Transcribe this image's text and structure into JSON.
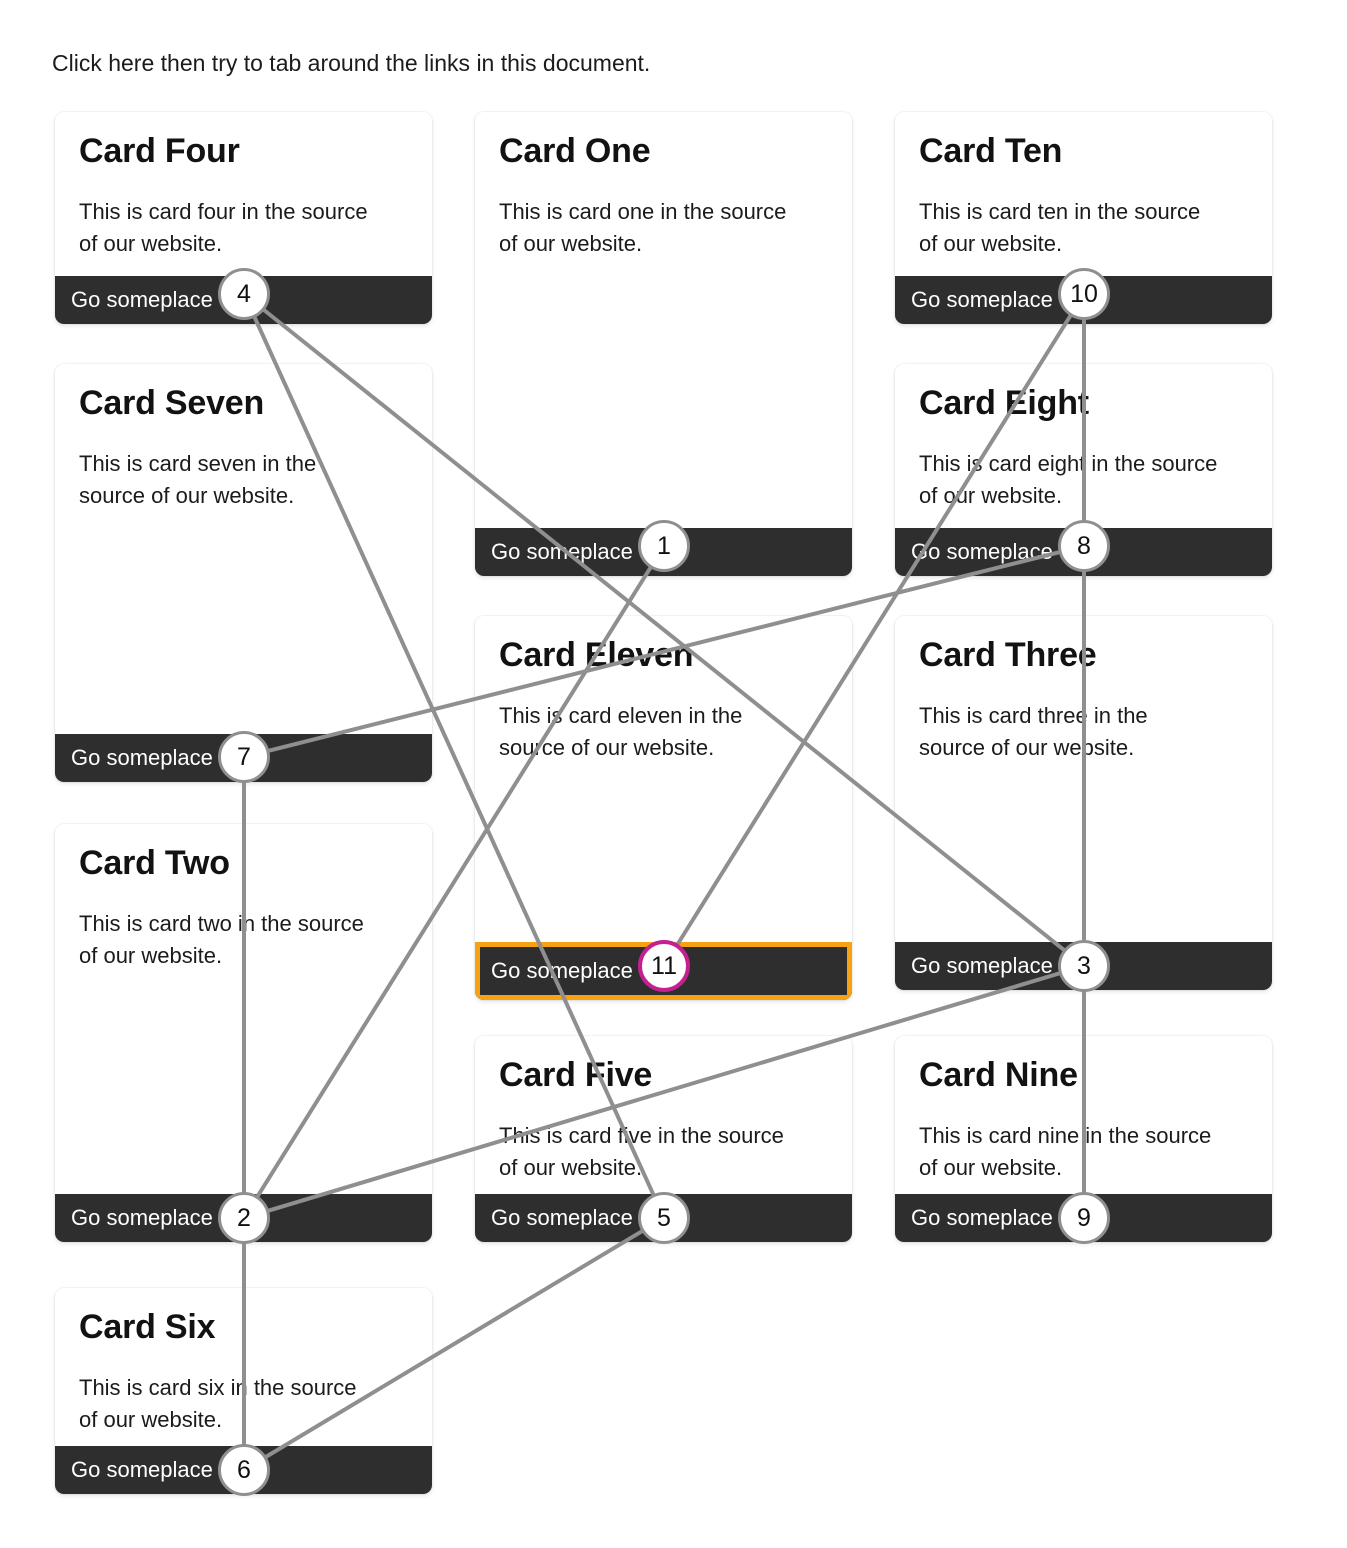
{
  "page": {
    "intro_text": "Click here then try to tab around the links in this document.",
    "link_label": "Go someplace",
    "focus_ring_color": "#f5a311",
    "current_badge_color": "#c42090",
    "badge_color": "#8f8f8f",
    "footer_color": "#2e2e2e"
  },
  "cards": [
    {
      "id": "card-four",
      "title": "Card Four",
      "text": "This is card four in the source of our website.",
      "link_label": "Go someplace",
      "tab_index": "4",
      "focused": false
    },
    {
      "id": "card-seven",
      "title": "Card Seven",
      "text": "This is card seven in the source of our website.",
      "link_label": "Go someplace",
      "tab_index": "7",
      "focused": false
    },
    {
      "id": "card-two",
      "title": "Card Two",
      "text": "This is card two in the source of our website.",
      "link_label": "Go someplace",
      "tab_index": "2",
      "focused": false
    },
    {
      "id": "card-six",
      "title": "Card Six",
      "text": "This is card six in the source of our website.",
      "link_label": "Go someplace",
      "tab_index": "6",
      "focused": false
    },
    {
      "id": "card-one",
      "title": "Card One",
      "text": "This is card one in the source of our website.",
      "link_label": "Go someplace",
      "tab_index": "1",
      "focused": false
    },
    {
      "id": "card-eleven",
      "title": "Card Eleven",
      "text": "This is card eleven in the source of our website.",
      "link_label": "Go someplace",
      "tab_index": "11",
      "focused": true
    },
    {
      "id": "card-five",
      "title": "Card Five",
      "text": "This is card five in the source of our website.",
      "link_label": "Go someplace",
      "tab_index": "5",
      "focused": false
    },
    {
      "id": "card-ten",
      "title": "Card Ten",
      "text": "This is card ten in the source of our website.",
      "link_label": "Go someplace",
      "tab_index": "10",
      "focused": false
    },
    {
      "id": "card-eight",
      "title": "Card Eight",
      "text": "This is card eight in the source of our website.",
      "link_label": "Go someplace",
      "tab_index": "8",
      "focused": false
    },
    {
      "id": "card-three",
      "title": "Card Three",
      "text": "This is card three in the source of our website.",
      "link_label": "Go someplace",
      "tab_index": "3",
      "focused": false
    },
    {
      "id": "card-nine",
      "title": "Card Nine",
      "text": "This is card nine in the source of our website.",
      "link_label": "Go someplace",
      "tab_index": "9",
      "focused": false
    }
  ],
  "tab_sequence": [
    "1",
    "2",
    "3",
    "4",
    "5",
    "6",
    "7",
    "8",
    "9",
    "10",
    "11"
  ]
}
